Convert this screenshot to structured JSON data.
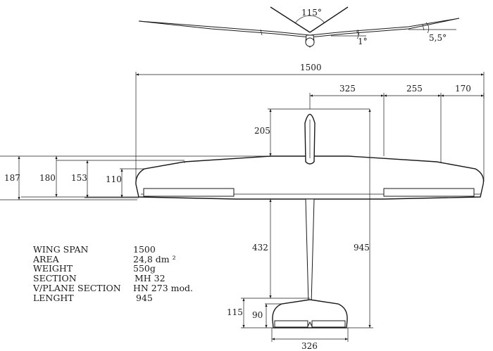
{
  "front_view": {
    "dihedral_angle": "115°",
    "inner_dihedral": "1°",
    "outer_dihedral": "5,5°"
  },
  "dimensions": {
    "span": "1500",
    "inner_panel": "325",
    "mid_panel": "255",
    "tip_panel": "170",
    "nose_length": "205",
    "root_chord_overall": "187",
    "root_chord": "180",
    "mid_chord": "153",
    "tip_chord": "110",
    "tail_moment": "432",
    "fuselage_length": "945",
    "stab_chord_overall": "115",
    "stab_chord": "90",
    "stab_span": "326"
  },
  "specs": [
    {
      "label": "WING SPAN",
      "value": "1500"
    },
    {
      "label": "AREA",
      "value": "24,8  dm ²"
    },
    {
      "label": "WEIGHT",
      "value": "550g"
    },
    {
      "label": "SECTION",
      "value": "MH 32"
    },
    {
      "label": "V/PLANE SECTION",
      "value": "HN 273 mod."
    },
    {
      "label": "LENGHT",
      "value": "945"
    }
  ]
}
